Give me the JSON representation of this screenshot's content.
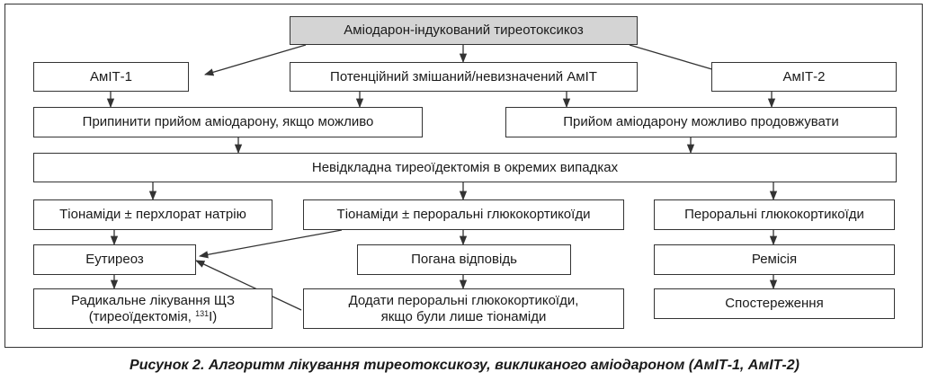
{
  "title": "Аміодарон-індукований тиреотоксикоз",
  "nodes": {
    "amit1": "АмІТ-1",
    "mixed": "Потенційний змішаний/невизначений АмІТ",
    "amit2": "АмІТ-2",
    "stop_amiodarone": "Припинити прийом аміодарону, якщо можливо",
    "continue_amiodarone": "Прийом аміодарону можливо продовжувати",
    "urgent_surgery": "Невідкладна тиреоїдектомія в окремих випадках",
    "thionamides_perchlorate": "Тіонаміди ± перхлорат натрію",
    "thionamides_glucocorticoids": "Тіонаміди ± пероральні глюкокортикоїди",
    "oral_glucocorticoids": "Пероральні глюкокортикоїди",
    "euthyroid": "Еутиреоз",
    "poor_response": "Погана відповідь",
    "remission": "Ремісія",
    "radical_line1": "Радикальне лікування ЩЗ",
    "radical_line2_prefix": "(тиреоїдектомія, ",
    "radical_isotope": "131",
    "radical_line2_suffix": "I)",
    "add_gc_line1": "Додати пероральні глюкокортикоїди,",
    "add_gc_line2": "якщо були лише тіонаміди",
    "observation": "Спостереження"
  },
  "caption": "Рисунок 2. Алгоритм лікування тиреотоксикозу, викликаного аміодароном (АмІТ-1, АмІТ-2)"
}
